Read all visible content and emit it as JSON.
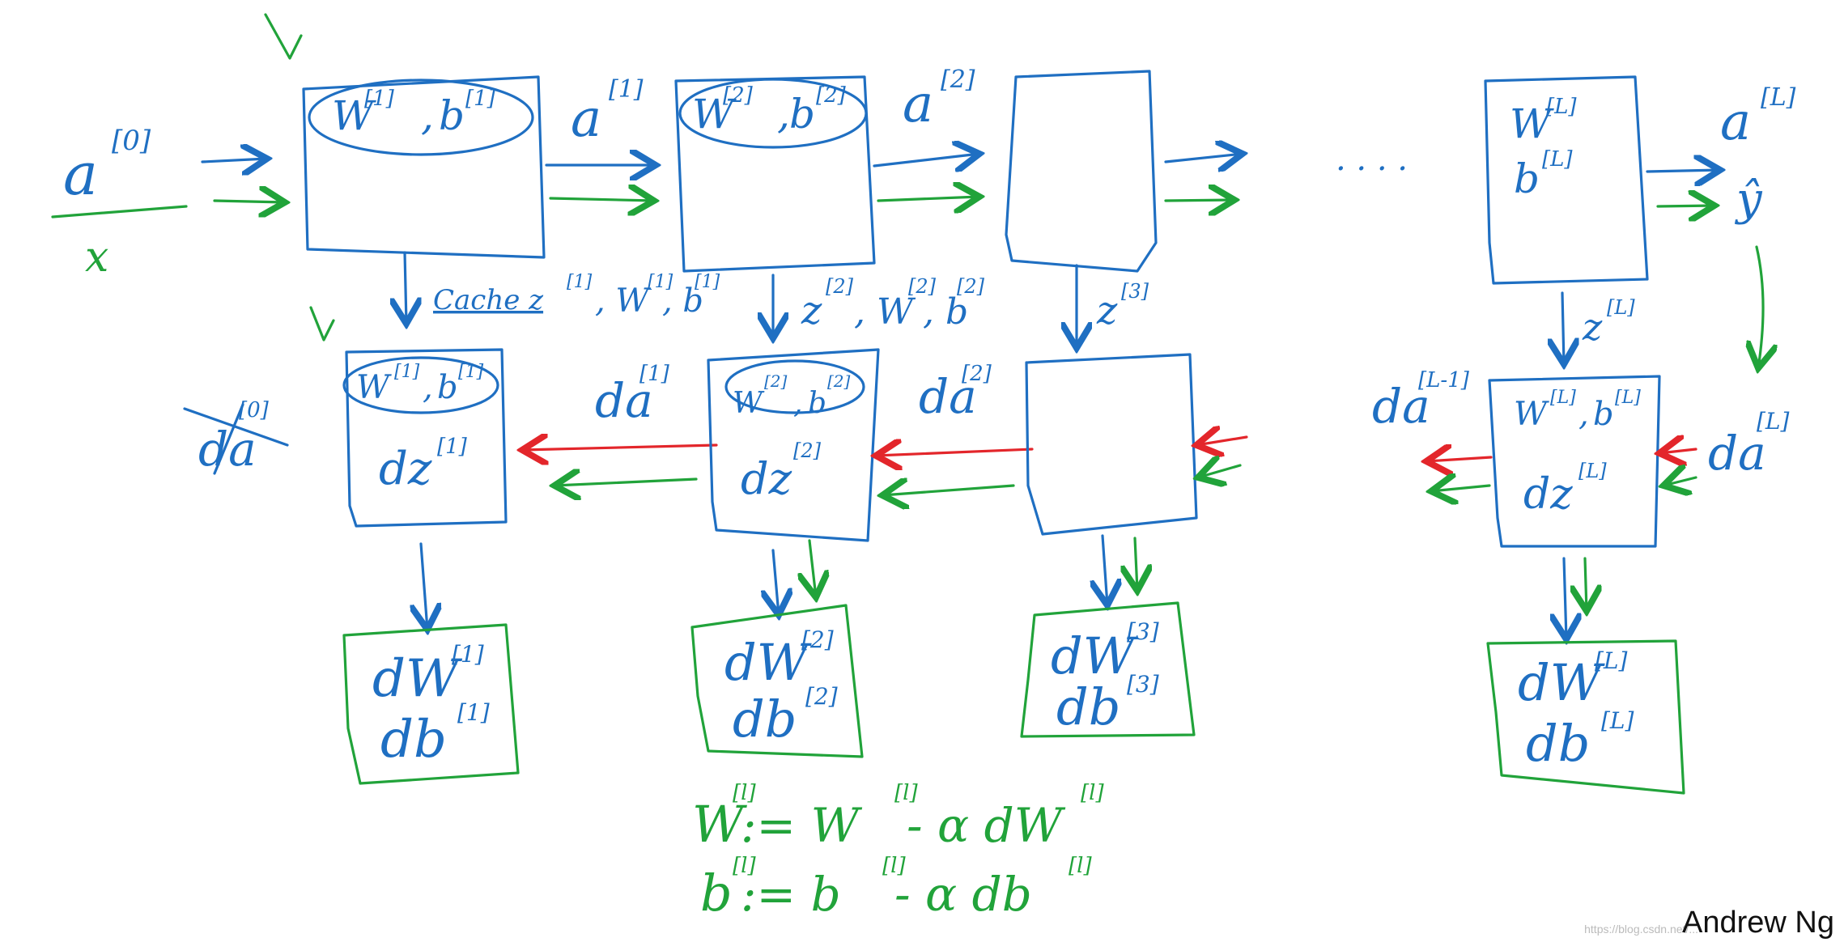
{
  "colors": {
    "forward": "#1f6fc2",
    "backward_cache": "#21a33a",
    "backward_grad": "#e3262b"
  },
  "input": {
    "a0": "a",
    "a0_sup": "[0]",
    "x": "x"
  },
  "forward": {
    "layer1": {
      "params": "W",
      "w_sup": "[1]",
      "b": "b",
      "b_sup": "[1]"
    },
    "a1": "a",
    "a1_sup": "[1]",
    "layer2": {
      "params": "W",
      "w_sup": "[2]",
      "b": "b",
      "b_sup": "[2]"
    },
    "a2": "a",
    "a2_sup": "[2]",
    "dots": ". . . .",
    "layerL": {
      "w": "W",
      "w_sup": "[L]",
      "b": "b",
      "b_sup": "[L]"
    },
    "aL": "a",
    "aL_sup": "[L]",
    "yhat": "ŷ"
  },
  "cache": {
    "c1": "Cache z",
    "c1_sup": "[1]",
    "c1_rest": ", W",
    "c1_rest_sup": "[1]",
    "c1_b": ", b",
    "c1_b_sup": "[1]",
    "c2": "z",
    "c2_sup": "[2]",
    "c2_rest": ", W",
    "c2_rest_sup": "[2]",
    "c2_b": ", b",
    "c2_b_sup": "[2]",
    "c3": "z",
    "c3_sup": "[3]",
    "cL": "z",
    "cL_sup": "[L]"
  },
  "backward": {
    "da0": "da",
    "da0_sup": "[0]",
    "b1_params": "W",
    "b1_w_sup": "[1]",
    "b1_b": "b",
    "b1_b_sup": "[1]",
    "dz1": "dz",
    "dz1_sup": "[1]",
    "da1": "da",
    "da1_sup": "[1]",
    "b2_params": "W",
    "b2_w_sup": "[2]",
    "b2_b": "b",
    "b2_b_sup": "[2]",
    "dz2": "dz",
    "dz2_sup": "[2]",
    "da2": "da",
    "da2_sup": "[2]",
    "daLm1": "da",
    "daLm1_sup": "[L-1]",
    "bL_params": "W",
    "bL_w_sup": "[L]",
    "bL_b": "b",
    "bL_b_sup": "[L]",
    "dzL": "dz",
    "dzL_sup": "[L]",
    "daL": "da",
    "daL_sup": "[L]"
  },
  "grads": {
    "g1_dw": "dW",
    "g1_dw_sup": "[1]",
    "g1_db": "db",
    "g1_db_sup": "[1]",
    "g2_dw": "dW",
    "g2_dw_sup": "[2]",
    "g2_db": "db",
    "g2_db_sup": "[2]",
    "g3_dw": "dW",
    "g3_dw_sup": "[3]",
    "g3_db": "db",
    "g3_db_sup": "[3]",
    "gL_dw": "dW",
    "gL_dw_sup": "[L]",
    "gL_db": "db",
    "gL_db_sup": "[L]"
  },
  "update": {
    "w_line": "W",
    "w_sup": "[l]",
    "w_assign": ":= W",
    "w_sup2": "[l]",
    "w_rest": " - α dW",
    "w_sup3": "[l]",
    "b_line": "b",
    "b_sup": "[l]",
    "b_assign": ":= b",
    "b_sup2": "[l]",
    "b_rest": " - α db",
    "b_sup3": "[l]"
  },
  "credit": "Andrew Ng",
  "watermark": "https://blog.csdn.net/..."
}
